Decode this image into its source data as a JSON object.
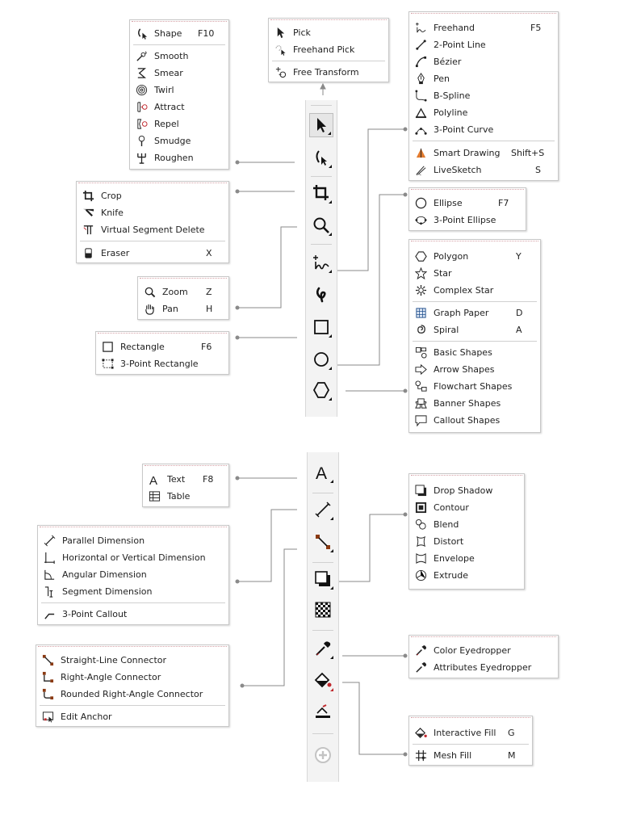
{
  "shape_flyout": {
    "items": [
      {
        "icon": "shape-icon",
        "label": "Shape",
        "shortcut": "F10"
      },
      {
        "icon": "smooth-icon",
        "label": "Smooth"
      },
      {
        "icon": "smear-icon",
        "label": "Smear"
      },
      {
        "icon": "twirl-icon",
        "label": "Twirl"
      },
      {
        "icon": "attract-icon",
        "label": "Attract"
      },
      {
        "icon": "repel-icon",
        "label": "Repel"
      },
      {
        "icon": "smudge-icon",
        "label": "Smudge"
      },
      {
        "icon": "roughen-icon",
        "label": "Roughen"
      }
    ]
  },
  "pick_flyout": {
    "items": [
      {
        "icon": "pick-icon",
        "label": "Pick"
      },
      {
        "icon": "freehand-pick-icon",
        "label": "Freehand Pick"
      },
      {
        "icon": "free-transform-icon",
        "label": "Free Transform"
      }
    ]
  },
  "curve_flyout": {
    "items": [
      {
        "icon": "freehand-icon",
        "label": "Freehand",
        "shortcut": "F5"
      },
      {
        "icon": "two-point-line-icon",
        "label": "2-Point Line"
      },
      {
        "icon": "bezier-icon",
        "label": "Bézier"
      },
      {
        "icon": "pen-icon",
        "label": "Pen"
      },
      {
        "icon": "b-spline-icon",
        "label": "B-Spline"
      },
      {
        "icon": "polyline-icon",
        "label": "Polyline"
      },
      {
        "icon": "three-point-curve-icon",
        "label": "3-Point Curve"
      },
      {
        "icon": "smart-drawing-icon",
        "label": "Smart Drawing",
        "shortcut": "Shift+S"
      },
      {
        "icon": "livesketch-icon",
        "label": "LiveSketch",
        "shortcut": "S"
      }
    ]
  },
  "crop_flyout": {
    "items": [
      {
        "icon": "crop-icon",
        "label": "Crop"
      },
      {
        "icon": "knife-icon",
        "label": "Knife"
      },
      {
        "icon": "virtual-segment-delete-icon",
        "label": "Virtual Segment Delete"
      },
      {
        "icon": "eraser-icon",
        "label": "Eraser",
        "shortcut": "X"
      }
    ]
  },
  "ellipse_flyout": {
    "items": [
      {
        "icon": "ellipse-icon",
        "label": "Ellipse",
        "shortcut": "F7"
      },
      {
        "icon": "three-point-ellipse-icon",
        "label": "3-Point Ellipse"
      }
    ]
  },
  "zoom_flyout": {
    "items": [
      {
        "icon": "zoom-icon",
        "label": "Zoom",
        "shortcut": "Z"
      },
      {
        "icon": "pan-icon",
        "label": "Pan",
        "shortcut": "H"
      }
    ]
  },
  "polygon_flyout": {
    "items": [
      {
        "icon": "polygon-icon",
        "label": "Polygon",
        "shortcut": "Y"
      },
      {
        "icon": "star-icon",
        "label": "Star"
      },
      {
        "icon": "complex-star-icon",
        "label": "Complex Star"
      },
      {
        "icon": "graph-paper-icon",
        "label": "Graph Paper",
        "shortcut": "D"
      },
      {
        "icon": "spiral-icon",
        "label": "Spiral",
        "shortcut": "A"
      },
      {
        "icon": "basic-shapes-icon",
        "label": "Basic Shapes"
      },
      {
        "icon": "arrow-shapes-icon",
        "label": "Arrow Shapes"
      },
      {
        "icon": "flowchart-shapes-icon",
        "label": "Flowchart Shapes"
      },
      {
        "icon": "banner-shapes-icon",
        "label": "Banner Shapes"
      },
      {
        "icon": "callout-shapes-icon",
        "label": "Callout Shapes"
      }
    ]
  },
  "rectangle_flyout": {
    "items": [
      {
        "icon": "rectangle-icon",
        "label": "Rectangle",
        "shortcut": "F6"
      },
      {
        "icon": "three-point-rectangle-icon",
        "label": "3-Point Rectangle"
      }
    ]
  },
  "text_flyout": {
    "items": [
      {
        "icon": "text-icon",
        "label": "Text",
        "shortcut": "F8"
      },
      {
        "icon": "table-icon",
        "label": "Table"
      }
    ]
  },
  "effects_flyout": {
    "items": [
      {
        "icon": "drop-shadow-icon",
        "label": "Drop Shadow"
      },
      {
        "icon": "contour-icon",
        "label": "Contour"
      },
      {
        "icon": "blend-icon",
        "label": "Blend"
      },
      {
        "icon": "distort-icon",
        "label": "Distort"
      },
      {
        "icon": "envelope-icon",
        "label": "Envelope"
      },
      {
        "icon": "extrude-icon",
        "label": "Extrude"
      }
    ]
  },
  "dimension_flyout": {
    "items": [
      {
        "icon": "parallel-dimension-icon",
        "label": "Parallel Dimension"
      },
      {
        "icon": "horizontal-vertical-dimension-icon",
        "label": "Horizontal or Vertical Dimension"
      },
      {
        "icon": "angular-dimension-icon",
        "label": "Angular Dimension"
      },
      {
        "icon": "segment-dimension-icon",
        "label": "Segment Dimension"
      },
      {
        "icon": "three-point-callout-icon",
        "label": "3-Point Callout"
      }
    ]
  },
  "eyedropper_flyout": {
    "items": [
      {
        "icon": "color-eyedropper-icon",
        "label": "Color Eyedropper"
      },
      {
        "icon": "attributes-eyedropper-icon",
        "label": "Attributes Eyedropper"
      }
    ]
  },
  "connector_flyout": {
    "items": [
      {
        "icon": "straight-line-connector-icon",
        "label": "Straight-Line Connector"
      },
      {
        "icon": "right-angle-connector-icon",
        "label": "Right-Angle Connector"
      },
      {
        "icon": "rounded-right-angle-connector-icon",
        "label": "Rounded Right-Angle Connector"
      },
      {
        "icon": "edit-anchor-icon",
        "label": "Edit Anchor"
      }
    ]
  },
  "fill_flyout": {
    "items": [
      {
        "icon": "interactive-fill-icon",
        "label": "Interactive Fill",
        "shortcut": "G"
      },
      {
        "icon": "mesh-fill-icon",
        "label": "Mesh Fill",
        "shortcut": "M"
      }
    ]
  },
  "toolbar_top": {
    "tools": [
      {
        "icon": "pick-tool-icon"
      },
      {
        "icon": "shape-tool-icon"
      },
      {
        "icon": "crop-tool-icon"
      },
      {
        "icon": "zoom-tool-icon"
      },
      {
        "icon": "freehand-tool-icon"
      },
      {
        "icon": "artistic-media-tool-icon"
      },
      {
        "icon": "rectangle-tool-icon"
      },
      {
        "icon": "ellipse-tool-icon"
      },
      {
        "icon": "polygon-tool-icon"
      }
    ]
  },
  "toolbar_bottom": {
    "tools": [
      {
        "icon": "text-tool-icon"
      },
      {
        "icon": "dimension-tool-icon"
      },
      {
        "icon": "connector-tool-icon"
      },
      {
        "icon": "effects-tool-icon"
      },
      {
        "icon": "transparency-tool-icon"
      },
      {
        "icon": "eyedropper-tool-icon"
      },
      {
        "icon": "interactive-fill-tool-icon"
      },
      {
        "icon": "smart-fill-tool-icon"
      },
      {
        "icon": "add-tool-icon"
      }
    ]
  },
  "colors": {
    "accent_red": "#c0282d",
    "icon": "#222222",
    "leader": "#8a8a8a"
  }
}
